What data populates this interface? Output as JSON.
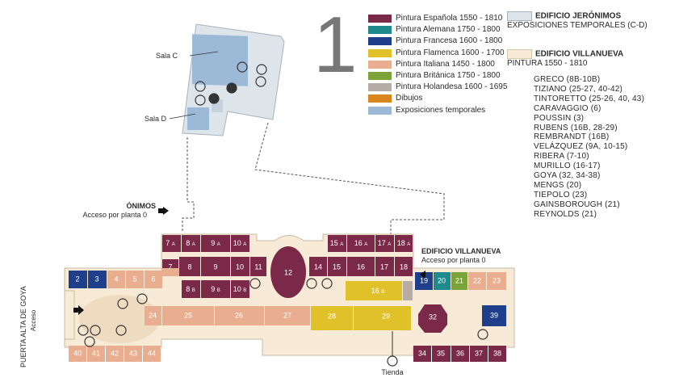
{
  "floor_number": "1",
  "legend": [
    {
      "label": "Pintura Española 1550 - 1810",
      "color": "#7a2a48"
    },
    {
      "label": "Pintura Alemana 1750 - 1800",
      "color": "#1e8a8c"
    },
    {
      "label": "Pintura Francesa 1600 - 1800",
      "color": "#1f3f8a"
    },
    {
      "label": "Pintura Flamenca 1600 - 1700",
      "color": "#e0c12a"
    },
    {
      "label": "Pintura Italiana 1450 - 1800",
      "color": "#e9ad8f"
    },
    {
      "label": "Pintura Británica 1750 - 1800",
      "color": "#7ca33a"
    },
    {
      "label": "Pintura Holandesa 1600 - 1695",
      "color": "#b7aba6"
    },
    {
      "label": "Dibujos",
      "color": "#d9871d"
    },
    {
      "label": "Exposiciones temporales",
      "color": "#9db9d8"
    }
  ],
  "jeronimos": {
    "title": "EDIFICIO JERÓNIMOS",
    "subtitle": "EXPOSICIONES TEMPORALES (C-D)",
    "color": "#dde4ea"
  },
  "villanueva_key": {
    "title": "EDIFICIO VILLANUEVA",
    "subtitle": "PINTURA 1550 - 1810",
    "color": "#f7ead6"
  },
  "painters": [
    "GRECO (8B-10B)",
    "TIZIANO (25-27, 40-42)",
    "TINTORETTO (25-26, 40, 43)",
    "CARAVAGGIO (6)",
    "POUSSIN (3)",
    "RUBENS (16B, 28-29)",
    "REMBRANDT (16B)",
    "VELÁZQUEZ (9A, 10-15)",
    "RIBERA (7-10)",
    "MURILLO (16-17)",
    "GOYA (32, 34-38)",
    "MENGS (20)",
    "TIEPOLO (23)",
    "GAINSBOROUGH (21)",
    "REYNOLDS (21)"
  ],
  "map_labels": {
    "sala_c": "Sala C",
    "sala_d": "Sala D",
    "jeronimos_access_title": "ÓNIMOS",
    "jeronimos_access_sub": "Acceso por planta 0",
    "villanueva_access_title": "EDIFICIO VILLANUEVA",
    "villanueva_access_sub": "Acceso por planta 0",
    "goya_door_title": "PUERTA ALTA DE GOYA",
    "goya_door_sub": "Acceso",
    "shop": "Tienda"
  },
  "rooms": {
    "r7a": "7",
    "r7a_s": "A",
    "r8a": "8",
    "r8a_s": "A",
    "r9a": "9",
    "r9a_s": "A",
    "r10a": "10",
    "r10a_s": "A",
    "r7": "7",
    "r8": "8",
    "r9": "9",
    "r10": "10",
    "r11": "11",
    "r8b": "8",
    "r8b_s": "B",
    "r9b": "9",
    "r9b_s": "B",
    "r10b": "10",
    "r10b_s": "B",
    "r12": "12",
    "r14": "14",
    "r15a": "15",
    "r15a_s": "A",
    "r16a": "16",
    "r16a_s": "A",
    "r17a": "17",
    "r17a_s": "A",
    "r18a": "18",
    "r18a_s": "A",
    "r15": "15",
    "r16": "16",
    "r17": "17",
    "r18": "18",
    "r16b": "16",
    "r16b_s": "B",
    "r19": "19",
    "r20": "20",
    "r21": "21",
    "r22": "22",
    "r23": "23",
    "r2": "2",
    "r3": "3",
    "r4": "4",
    "r5": "5",
    "r6": "6",
    "r24": "24",
    "r25": "25",
    "r26": "26",
    "r27": "27",
    "r28": "28",
    "r29": "29",
    "r32": "32",
    "r39": "39",
    "r34": "34",
    "r35": "35",
    "r36": "36",
    "r37": "37",
    "r38": "38",
    "r40": "40",
    "r41": "41",
    "r42": "42",
    "r43": "43",
    "r44": "44"
  }
}
